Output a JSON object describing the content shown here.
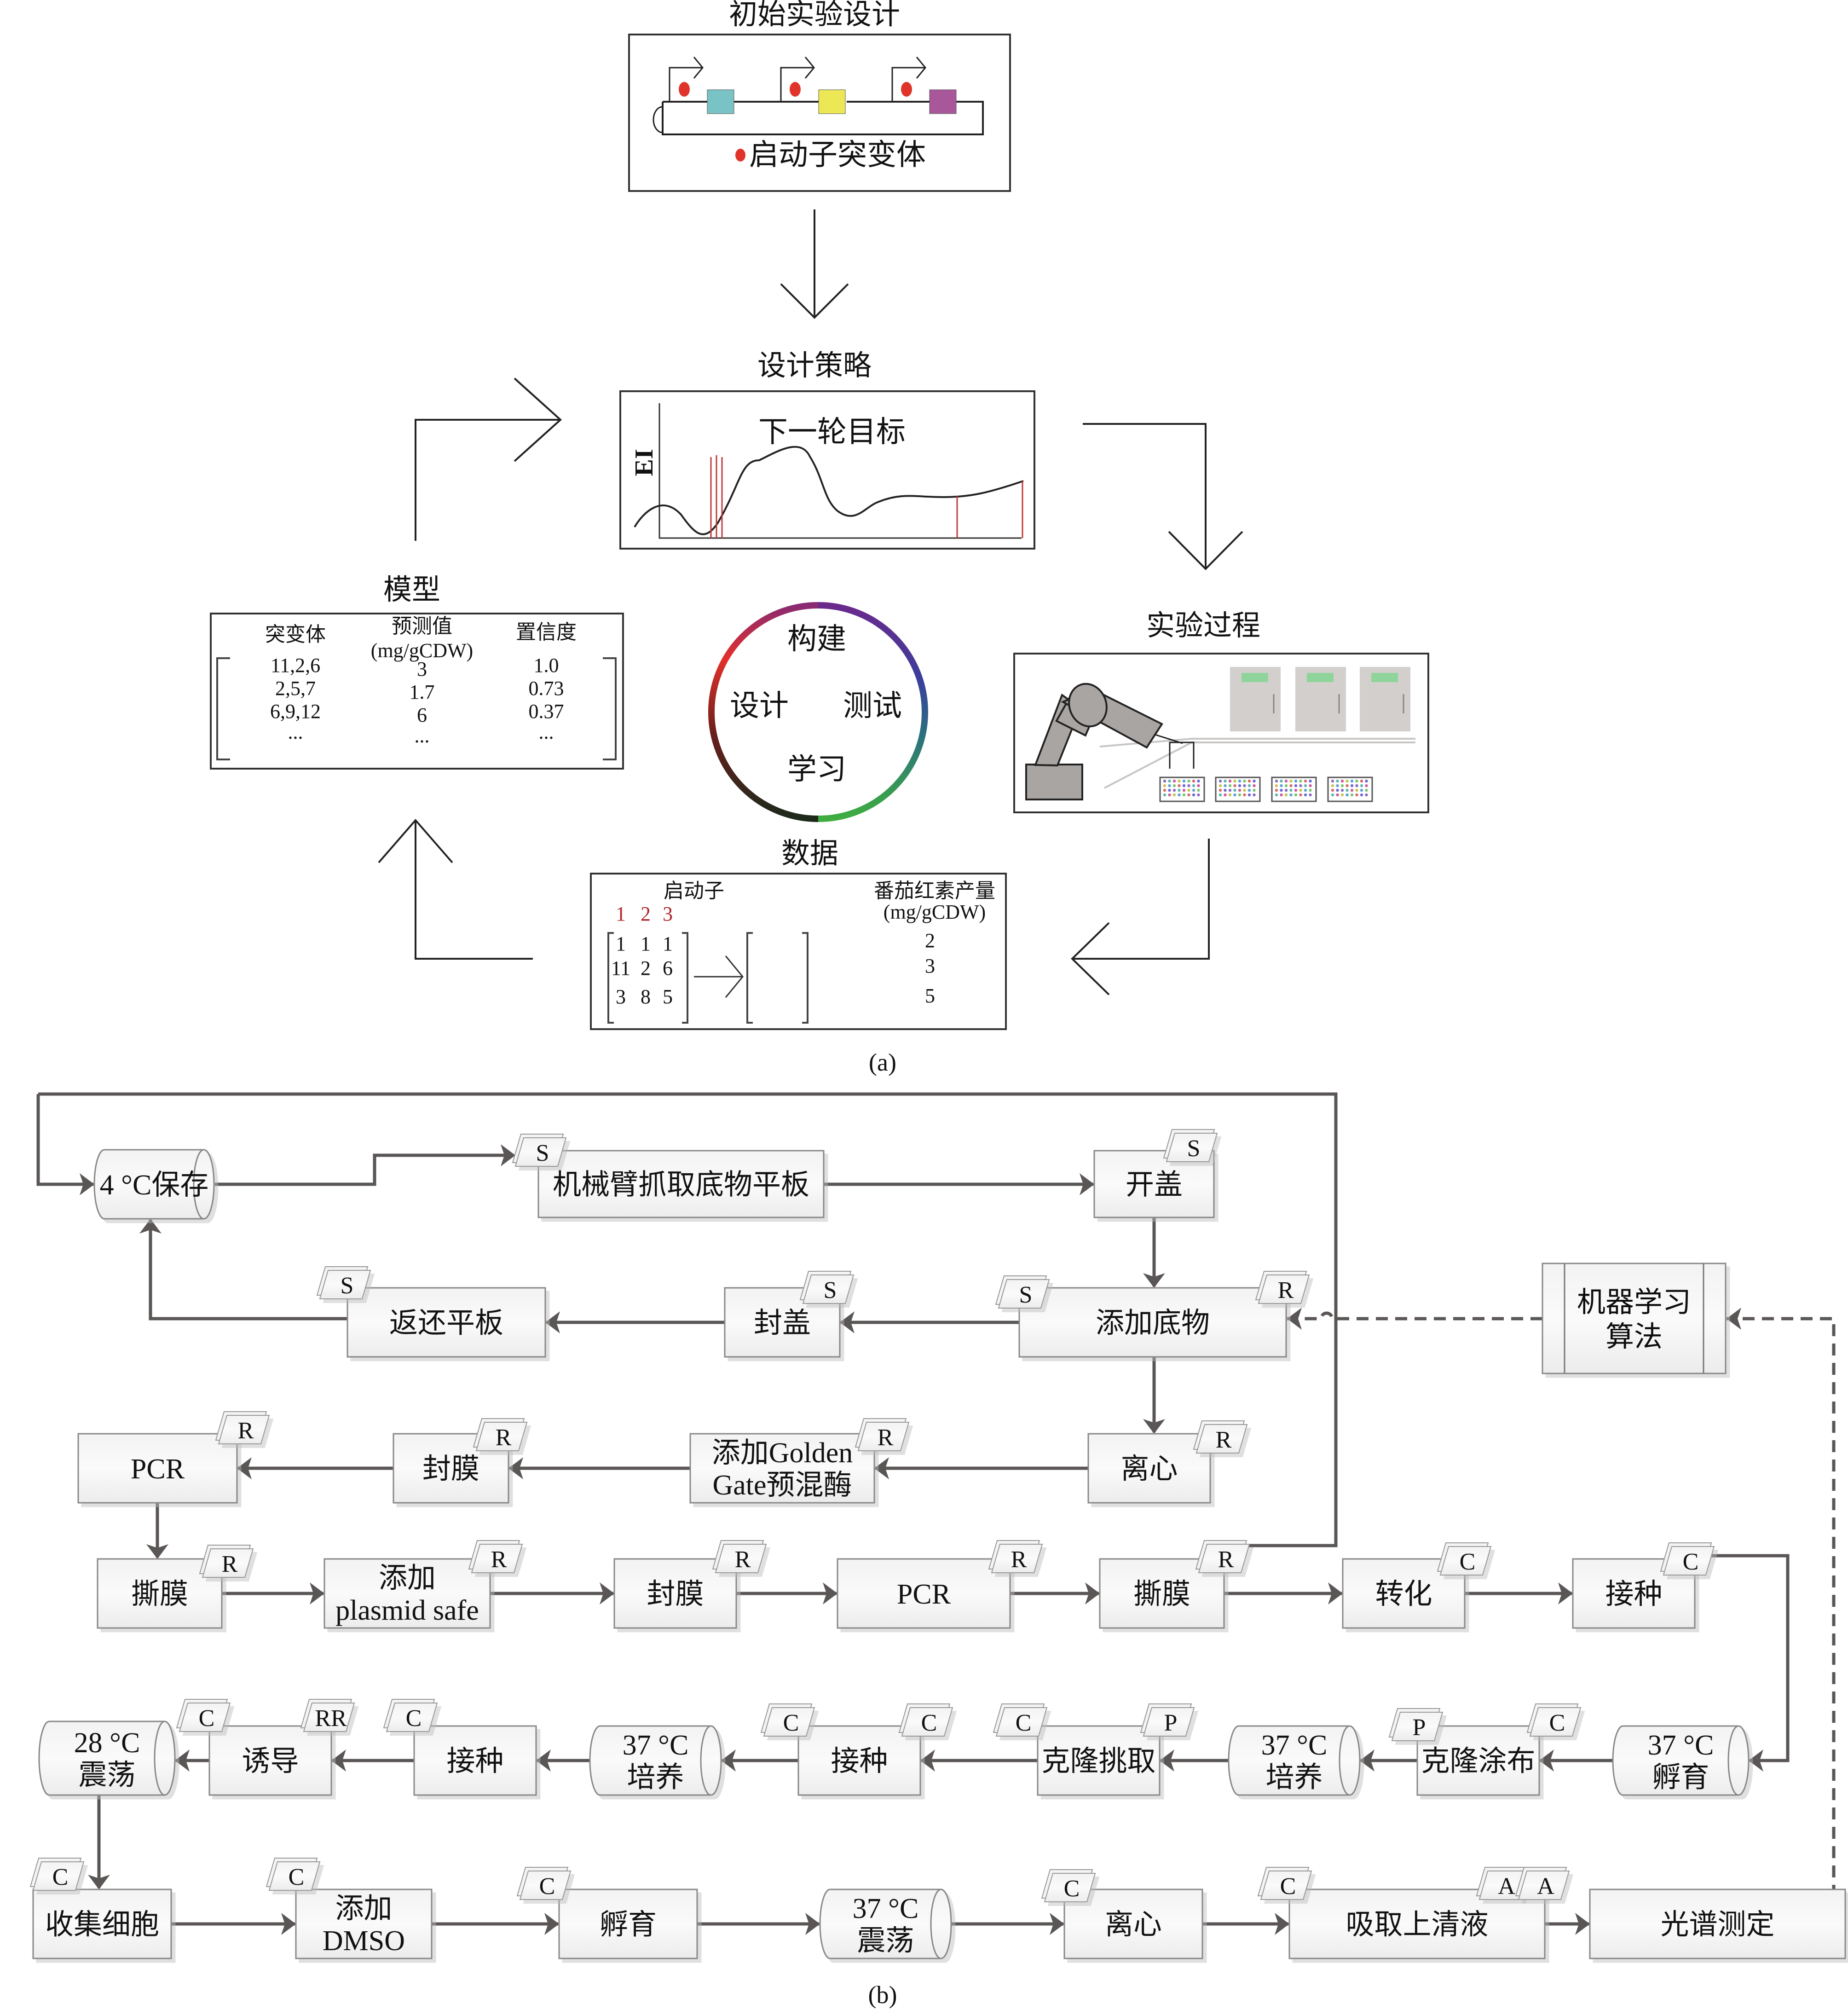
{
  "panel_a": {
    "caption": "(a)",
    "initial_design": {
      "title": "初始实验设计",
      "legend": "启动子突变体",
      "promoter_color": "#e0342a",
      "gene_colors": [
        "#79c3c4",
        "#ece855",
        "#a8589a"
      ]
    },
    "design_strategy": {
      "title": "设计策略",
      "subtitle": "下一轮目标",
      "y_label": "EI"
    },
    "cycle": {
      "top": "构建",
      "left": "设计",
      "right": "测试",
      "bottom": "学习"
    },
    "model": {
      "title": "模型",
      "headers": [
        "突变体",
        "预测值",
        "置信度"
      ],
      "unit": "(mg/gCDW)",
      "rows": [
        [
          "11,2,6",
          "3",
          "1.0"
        ],
        [
          "2,5,7",
          "1.7",
          "0.73"
        ],
        [
          "6,9,12",
          "6",
          "0.37"
        ],
        [
          "...",
          "...",
          "..."
        ]
      ]
    },
    "experiment": {
      "title": "实验过程",
      "screen_color": "#8fd49a"
    },
    "data": {
      "title": "数据",
      "promoter_label": "启动子",
      "promoter_indices": [
        "1",
        "2",
        "3"
      ],
      "matrix": [
        [
          "1",
          "1",
          "1"
        ],
        [
          "11",
          "2",
          "6"
        ],
        [
          "3",
          "8",
          "5"
        ]
      ],
      "yield_label": "番茄红素产量",
      "yield_unit": "(mg/gCDW)",
      "yields": [
        "2",
        "3",
        "5"
      ]
    }
  },
  "panel_b": {
    "caption": "(b)",
    "ml_box": {
      "line1": "机器学习",
      "line2": "算法"
    },
    "nodes": [
      {
        "id": "n1",
        "lines": [
          "4 °C保存"
        ],
        "shape": "cyl"
      },
      {
        "id": "n2",
        "lines": [
          "机械臂抓取底物平板"
        ],
        "shape": "box",
        "tags": [
          {
            "t": "S"
          }
        ]
      },
      {
        "id": "n3",
        "lines": [
          "开盖"
        ],
        "shape": "box",
        "tags": [
          {
            "t": "S"
          }
        ]
      },
      {
        "id": "n4",
        "lines": [
          "添加底物"
        ],
        "shape": "box",
        "tags": [
          {
            "t": "S"
          },
          {
            "t": "R"
          }
        ]
      },
      {
        "id": "n5",
        "lines": [
          "封盖"
        ],
        "shape": "box",
        "tags": [
          {
            "t": "S"
          }
        ]
      },
      {
        "id": "n6",
        "lines": [
          "返还平板"
        ],
        "shape": "box",
        "tags": [
          {
            "t": "S"
          }
        ]
      },
      {
        "id": "n7",
        "lines": [
          "离心"
        ],
        "shape": "box",
        "tags": [
          {
            "t": "R"
          }
        ]
      },
      {
        "id": "n8",
        "lines": [
          "添加Golden",
          "Gate预混酶"
        ],
        "shape": "box",
        "tags": [
          {
            "t": "R"
          }
        ]
      },
      {
        "id": "n9",
        "lines": [
          "封膜"
        ],
        "shape": "box",
        "tags": [
          {
            "t": "R"
          }
        ]
      },
      {
        "id": "n10",
        "lines": [
          "PCR"
        ],
        "shape": "box",
        "tags": [
          {
            "t": "R"
          }
        ]
      },
      {
        "id": "n11",
        "lines": [
          "撕膜"
        ],
        "shape": "box",
        "tags": [
          {
            "t": "R"
          }
        ]
      },
      {
        "id": "n12",
        "lines": [
          "添加",
          "plasmid safe"
        ],
        "shape": "box",
        "tags": [
          {
            "t": "R"
          }
        ]
      },
      {
        "id": "n13",
        "lines": [
          "封膜"
        ],
        "shape": "box",
        "tags": [
          {
            "t": "R"
          }
        ]
      },
      {
        "id": "n14",
        "lines": [
          "PCR"
        ],
        "shape": "box",
        "tags": [
          {
            "t": "R"
          }
        ]
      },
      {
        "id": "n15",
        "lines": [
          "撕膜"
        ],
        "shape": "box",
        "tags": [
          {
            "t": "R"
          }
        ]
      },
      {
        "id": "n16",
        "lines": [
          "转化"
        ],
        "shape": "box",
        "tags": [
          {
            "t": "C"
          }
        ]
      },
      {
        "id": "n17",
        "lines": [
          "接种"
        ],
        "shape": "box",
        "tags": [
          {
            "t": "C"
          }
        ]
      },
      {
        "id": "n18",
        "lines": [
          "37 °C",
          "孵育"
        ],
        "shape": "cyl"
      },
      {
        "id": "n19",
        "lines": [
          "克隆涂布"
        ],
        "shape": "box",
        "tags": [
          {
            "t": "P"
          },
          {
            "t": "C"
          }
        ]
      },
      {
        "id": "n20",
        "lines": [
          "37 °C",
          "培养"
        ],
        "shape": "cyl"
      },
      {
        "id": "n21",
        "lines": [
          "克隆挑取"
        ],
        "shape": "box",
        "tags": [
          {
            "t": "C"
          },
          {
            "t": "P"
          }
        ]
      },
      {
        "id": "n22",
        "lines": [
          "接种"
        ],
        "shape": "box",
        "tags": [
          {
            "t": "C"
          },
          {
            "t": "C"
          }
        ]
      },
      {
        "id": "n23",
        "lines": [
          "37 °C",
          "培养"
        ],
        "shape": "cyl"
      },
      {
        "id": "n24",
        "lines": [
          "接种"
        ],
        "shape": "box",
        "tags": [
          {
            "t": "C"
          }
        ]
      },
      {
        "id": "n25",
        "lines": [
          "诱导"
        ],
        "shape": "box",
        "tags": [
          {
            "t": "C"
          },
          {
            "t": "RR"
          }
        ]
      },
      {
        "id": "n26",
        "lines": [
          "28 °C",
          "震荡"
        ],
        "shape": "cyl"
      },
      {
        "id": "n27",
        "lines": [
          "收集细胞"
        ],
        "shape": "box",
        "tags": [
          {
            "t": "C"
          }
        ]
      },
      {
        "id": "n28",
        "lines": [
          "添加",
          "DMSO"
        ],
        "shape": "box",
        "tags": [
          {
            "t": "C"
          }
        ]
      },
      {
        "id": "n29",
        "lines": [
          "孵育"
        ],
        "shape": "box",
        "tags": [
          {
            "t": "C"
          }
        ]
      },
      {
        "id": "n30",
        "lines": [
          "37 °C",
          "震荡"
        ],
        "shape": "cyl"
      },
      {
        "id": "n31",
        "lines": [
          "离心"
        ],
        "shape": "box",
        "tags": [
          {
            "t": "C"
          }
        ]
      },
      {
        "id": "n32",
        "lines": [
          "吸取上清液"
        ],
        "shape": "box",
        "tags": [
          {
            "t": "C"
          },
          {
            "t": "A"
          }
        ]
      },
      {
        "id": "n33",
        "lines": [
          "光谱测定"
        ],
        "shape": "box",
        "tags": [
          {
            "t": "A"
          }
        ]
      }
    ]
  }
}
